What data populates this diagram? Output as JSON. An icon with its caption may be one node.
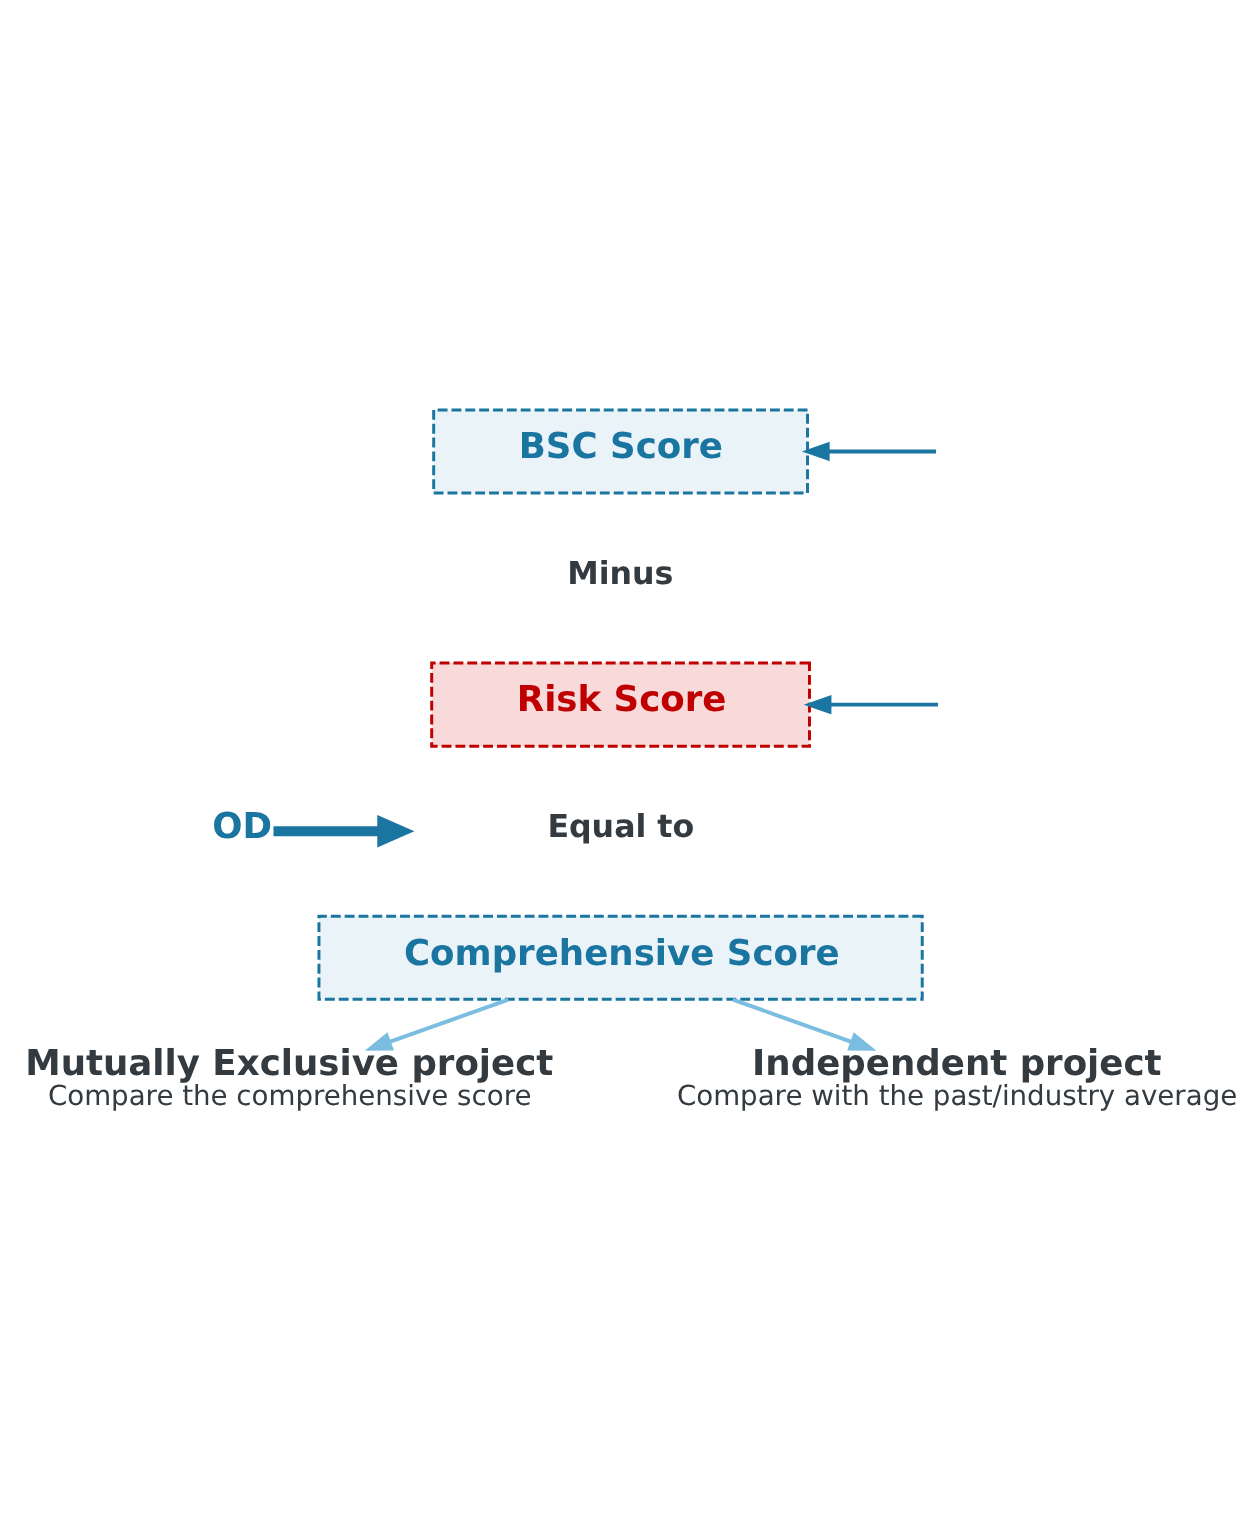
{
  "diagram": {
    "nodes": [
      {
        "text": [
          "BSC Score"
        ]
      },
      {
        "text": [
          "Risk Score"
        ]
      },
      {
        "text": [
          "Comprehensive Score"
        ]
      },
      {
        "text": [
          "Mutually Exclusive project",
          "Compare the comprehensive score"
        ]
      },
      {
        "text": [
          "Independent project",
          "Compare with the past/industry average"
        ]
      },
      {
        "text": [
          "OD"
        ]
      }
    ],
    "edges": [
      {
        "from": null,
        "to": 0,
        "arrow": "to"
      },
      {
        "from": null,
        "to": 1,
        "arrow": "to"
      },
      {
        "from": 2,
        "to": 3,
        "arrow": "to",
        "color": "#7abde0"
      },
      {
        "from": 2,
        "to": 4,
        "arrow": "to",
        "color": "#7abde0"
      },
      {
        "from": 5,
        "to": null,
        "arrow": "to",
        "style": "thick"
      }
    ],
    "labels": [
      "Minus",
      "Equal to"
    ]
  }
}
